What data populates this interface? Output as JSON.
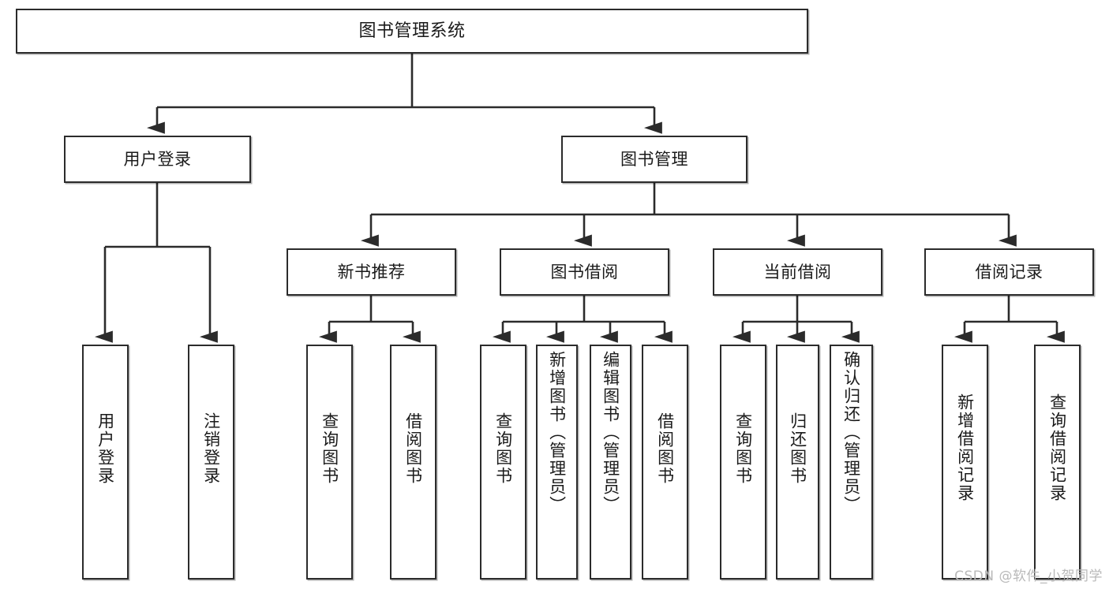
{
  "diagram": {
    "title": "图书管理系统",
    "type": "tree-hierarchy-chart",
    "root": {
      "label": "图书管理系统"
    },
    "level2": [
      {
        "label": "用户登录"
      },
      {
        "label": "图书管理"
      }
    ],
    "level3": [
      {
        "label": "新书推荐"
      },
      {
        "label": "图书借阅"
      },
      {
        "label": "当前借阅"
      },
      {
        "label": "借阅记录"
      }
    ],
    "leaves": [
      {
        "label": "用户登录"
      },
      {
        "label": "注销登录"
      },
      {
        "label": "查询图书"
      },
      {
        "label": "借阅图书"
      },
      {
        "label": "查询图书"
      },
      {
        "label": "新增图书（管理员）"
      },
      {
        "label": "编辑图书（管理员）"
      },
      {
        "label": "借阅图书"
      },
      {
        "label": "查询图书"
      },
      {
        "label": "归还图书"
      },
      {
        "label": "确认归还（管理员）"
      },
      {
        "label": "新增借阅记录"
      },
      {
        "label": "查询借阅记录"
      }
    ]
  },
  "watermark": {
    "text": "CSDN @软件_小贺同学"
  },
  "colors": {
    "stroke": "#2b2b2b",
    "fill": "#ffffff",
    "text": "#1a1a1a",
    "watermark": "#b9b9b9"
  }
}
